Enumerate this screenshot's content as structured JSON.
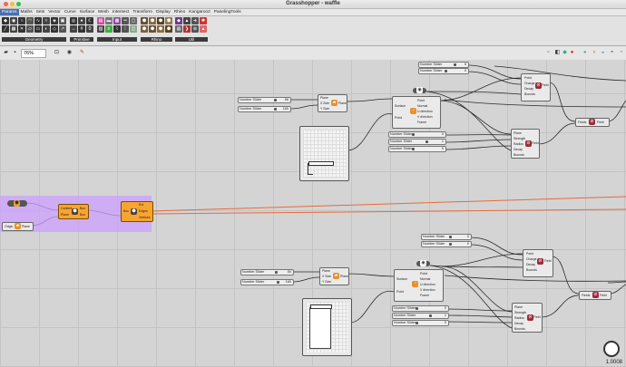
{
  "window": {
    "title": "Grasshopper - waffle"
  },
  "tabs": [
    "Params",
    "Maths",
    "Sets",
    "Vector",
    "Curve",
    "Surface",
    "Mesh",
    "Intersect",
    "Transform",
    "Display",
    "Rhino",
    "Kangaroo2",
    "PanelingTools"
  ],
  "ribbon": {
    "categories": [
      {
        "label": "Geometry"
      },
      {
        "label": "Primitive"
      },
      {
        "label": "Input"
      },
      {
        "label": "Rhino"
      },
      {
        "label": "Util"
      }
    ]
  },
  "toolbar": {
    "zoom": "76%"
  },
  "canvas": {
    "sliders": [
      {
        "label": "Number Slider",
        "value": "5"
      },
      {
        "label": "Number Slider",
        "value": "0"
      },
      {
        "label": "Number Slider",
        "value": "56"
      },
      {
        "label": "Number Slider",
        "value": "160"
      },
      {
        "label": "Number Slider",
        "value": "0"
      },
      {
        "label": "Number Slider",
        "value": "1"
      },
      {
        "label": "Number Slider",
        "value": "0"
      },
      {
        "label": "Number Slider",
        "value": "0"
      },
      {
        "label": "Number Slider",
        "value": "0"
      },
      {
        "label": "Number Slider",
        "value": "50"
      },
      {
        "label": "Number Slider",
        "value": "160"
      },
      {
        "label": "Number Slider",
        "value": "0"
      },
      {
        "label": "Number Slider",
        "value": "1"
      },
      {
        "label": "Number Slider",
        "value": "0"
      }
    ],
    "ports": {
      "plane_in": "Plane",
      "xsize": "X Size",
      "ysize": "Y Size",
      "plane_out": "Plane",
      "surface": "Surface",
      "point": "Point",
      "normal": "Normal",
      "udir": "U direction",
      "vdir": "V direction",
      "frame": "Frame",
      "charge": "Charge",
      "decay": "Decay",
      "bounds": "Bounds",
      "field": "Field",
      "strength": "Strength",
      "radius": "Radius",
      "fields": "Fields",
      "content": "Content",
      "box": "Box",
      "edges": "Edges",
      "vertices": "Vertices",
      "origin": "Origin",
      "ext": "Ext"
    }
  },
  "status": {
    "value": "1.0008"
  }
}
